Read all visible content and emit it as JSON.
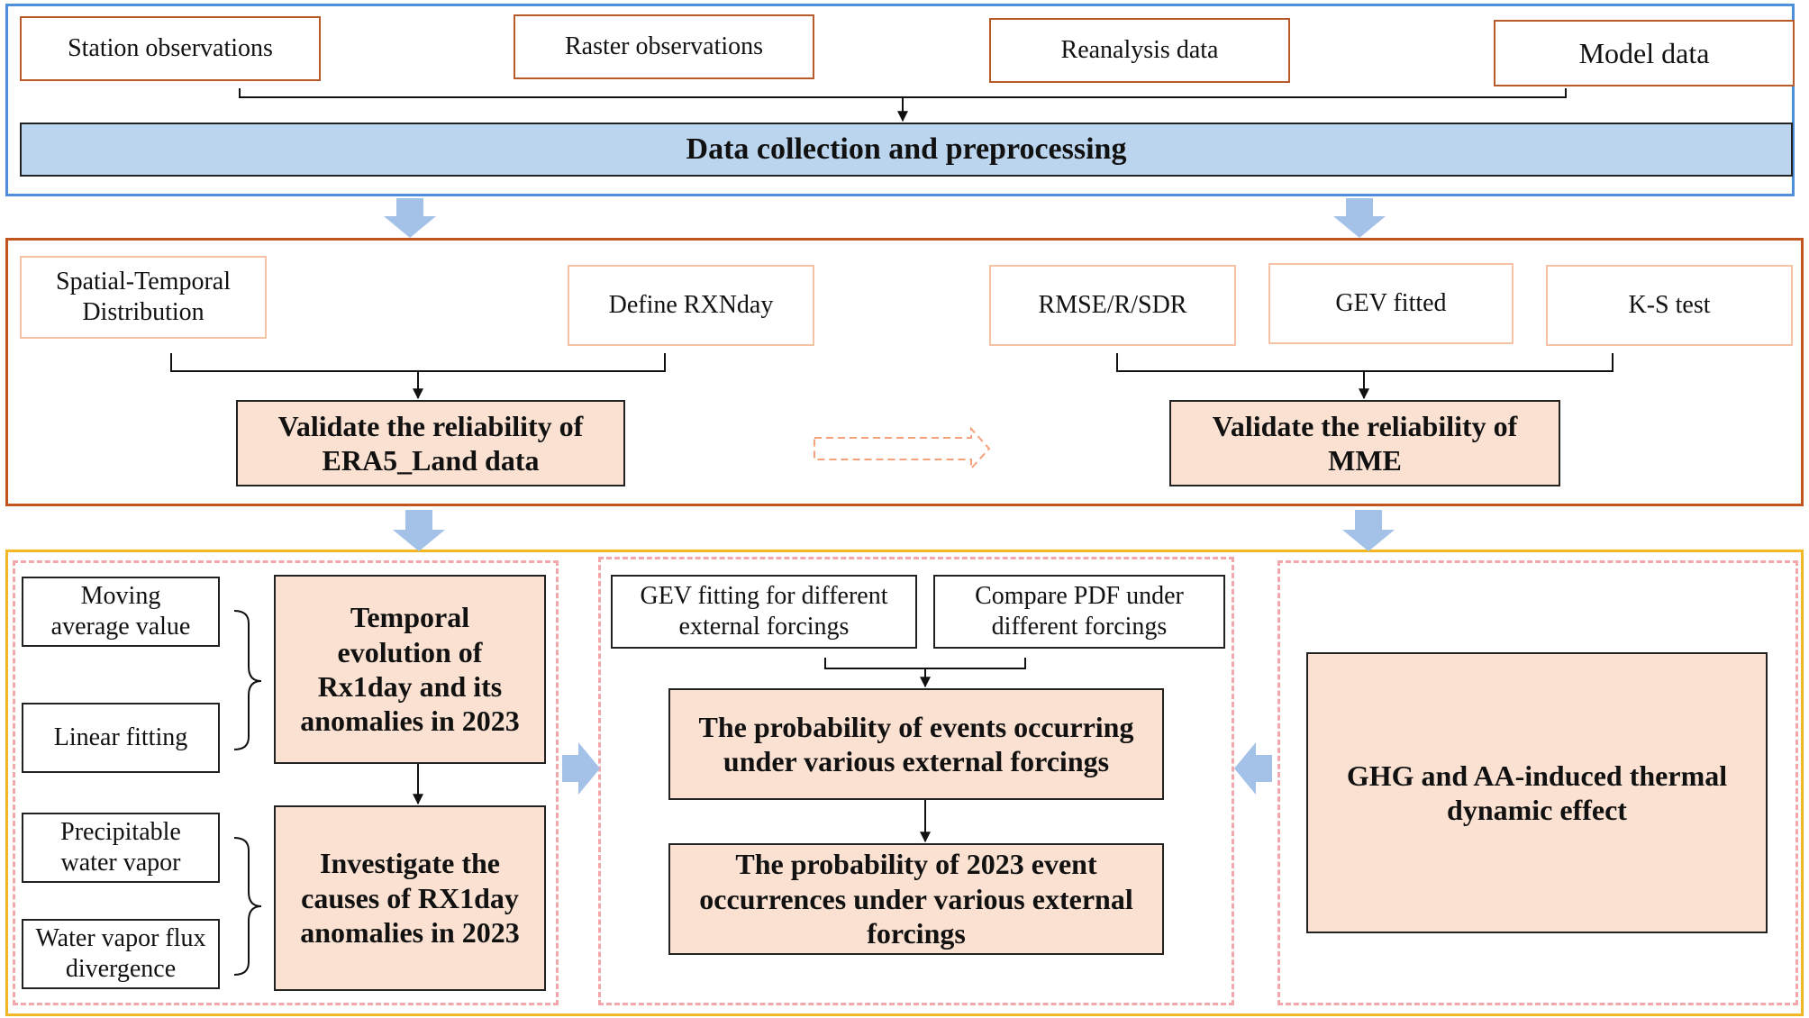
{
  "colors": {
    "section1_border": "#4f8ed8",
    "section2_border": "#c0551f",
    "section3_border": "#f2b824",
    "source_box_border": "#b85a2a",
    "light_box_border": "#f4c3a6",
    "peach_fill": "#fbe1d1",
    "banner_fill": "#bcd5ee",
    "arrow_fill": "#a4c1e8",
    "dashed_pink": "#f4a6ad",
    "dashed_arrow": "#f4a27c"
  },
  "section1": {
    "sources": [
      "Station observations",
      "Raster observations",
      "Reanalysis data",
      "Model data"
    ],
    "banner": "Data collection and preprocessing"
  },
  "section2": {
    "left": {
      "inputs": [
        "Spatial-Temporal Distribution",
        "Define RXNday"
      ],
      "result": "Validate the reliability of ERA5_Land data"
    },
    "right": {
      "inputs": [
        "RMSE/R/SDR",
        "GEV fitted",
        "K-S test"
      ],
      "result": "Validate the reliability of MME"
    }
  },
  "section3": {
    "left": {
      "top_inputs": [
        "Moving average value",
        "Linear fitting"
      ],
      "top_result": "Temporal evolution of Rx1day and its anomalies in 2023",
      "bottom_inputs": [
        "Precipitable water vapor",
        "Water vapor flux divergence"
      ],
      "bottom_result": "Investigate the causes of RX1day anomalies in 2023"
    },
    "middle": {
      "inputs": [
        "GEV fitting for different external forcings",
        "Compare PDF under different forcings"
      ],
      "result1": "The probability of events occurring under various external forcings",
      "result2": "The probability of 2023 event occurrences under various external forcings"
    },
    "right": {
      "result": "GHG and AA-induced thermal dynamic effect"
    }
  }
}
